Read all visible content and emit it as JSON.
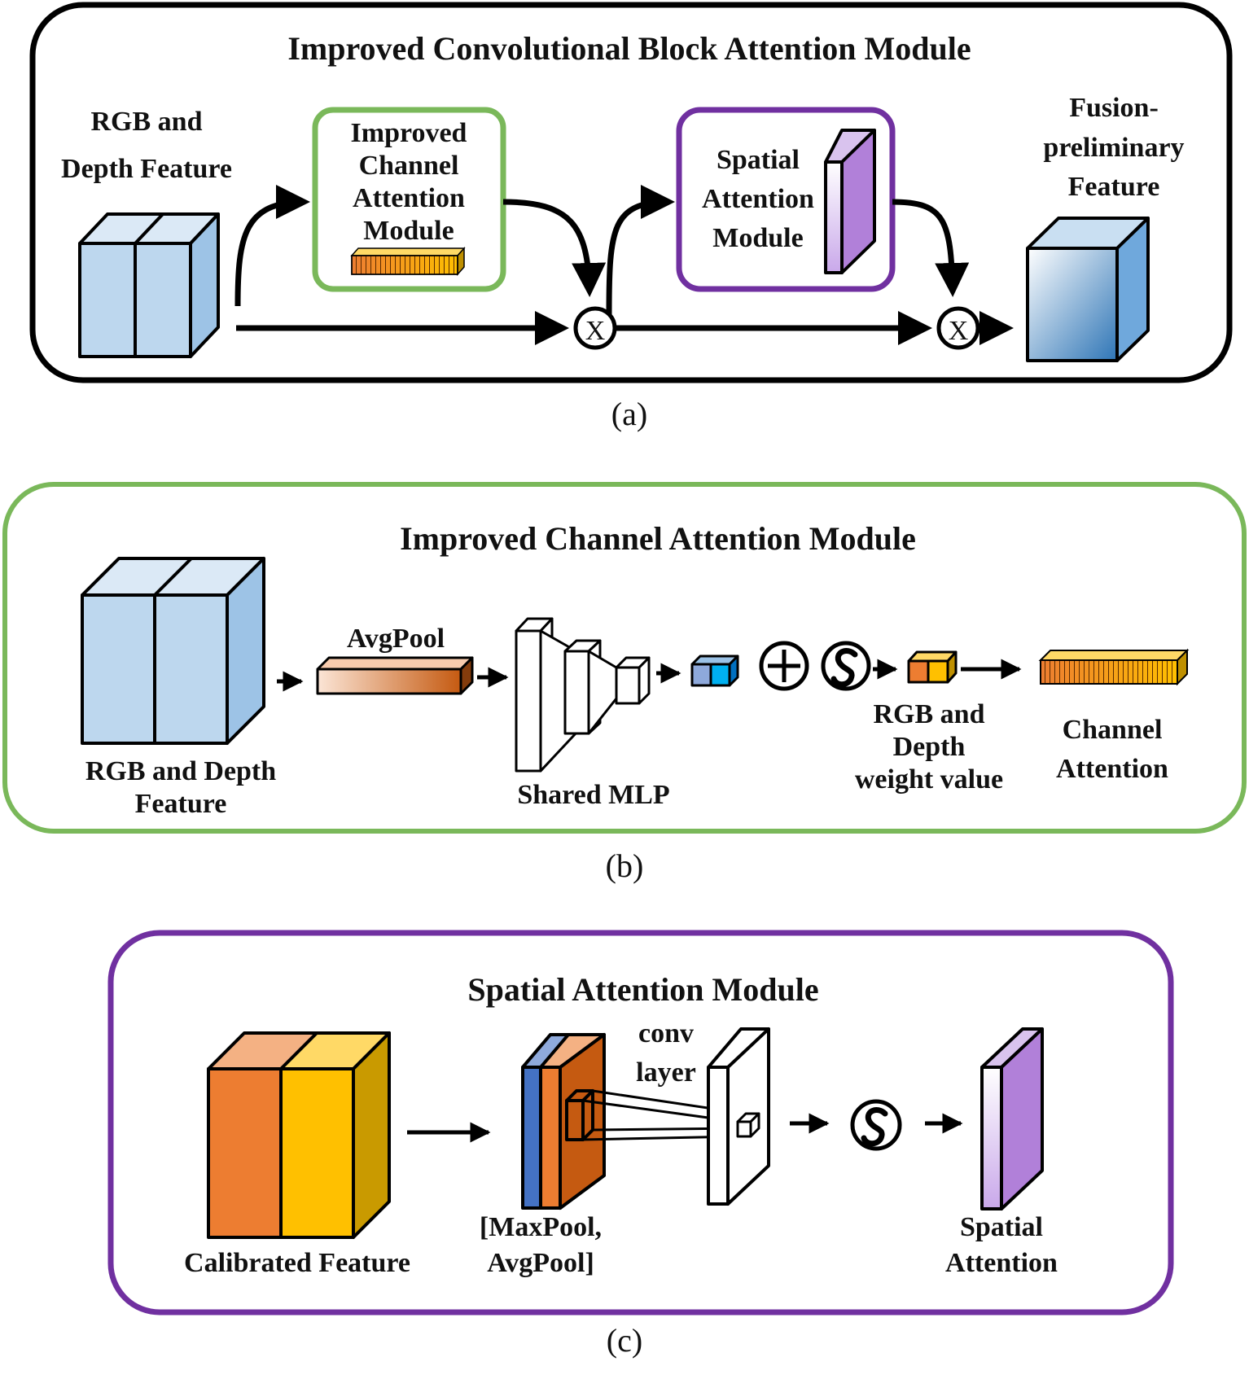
{
  "panel_a": {
    "title": "Improved Convolutional Block Attention Module",
    "input_label": [
      "RGB and",
      "Depth Feature"
    ],
    "channel_module_label": [
      "Improved",
      "Channel",
      "Attention",
      "Module"
    ],
    "spatial_module_label": [
      "Spatial",
      "Attention",
      "Module"
    ],
    "output_label": [
      "Fusion-",
      "preliminary",
      "Feature"
    ],
    "multiply_symbol": "X",
    "caption": "(a)"
  },
  "panel_b": {
    "title": "Improved Channel Attention Module",
    "input_label": [
      "RGB and Depth",
      "Feature"
    ],
    "avgpool_label": "AvgPool",
    "mlp_label": "Shared MLP",
    "weight_label": [
      "RGB and",
      "Depth",
      "weight value"
    ],
    "output_label": [
      "Channel",
      "Attention"
    ],
    "caption": "(b)"
  },
  "panel_c": {
    "title": "Spatial Attention Module",
    "input_label": "Calibrated Feature",
    "pool_label": [
      "[MaxPool,",
      "AvgPool]"
    ],
    "conv_label": [
      "conv",
      "layer"
    ],
    "output_label": [
      "Spatial",
      "Attention"
    ],
    "caption": "(c)"
  },
  "colors": {
    "panel_a_border": "#000000",
    "panel_b_border": "#7ab85a",
    "panel_c_border": "#7030a0",
    "rgb_depth_front": "#bdd7ee",
    "rgb_depth_side": "#9dc3e6",
    "attention_orange": "#ed7d31",
    "attention_yellow": "#ffc000",
    "spatial_purple": "#b180d9"
  }
}
